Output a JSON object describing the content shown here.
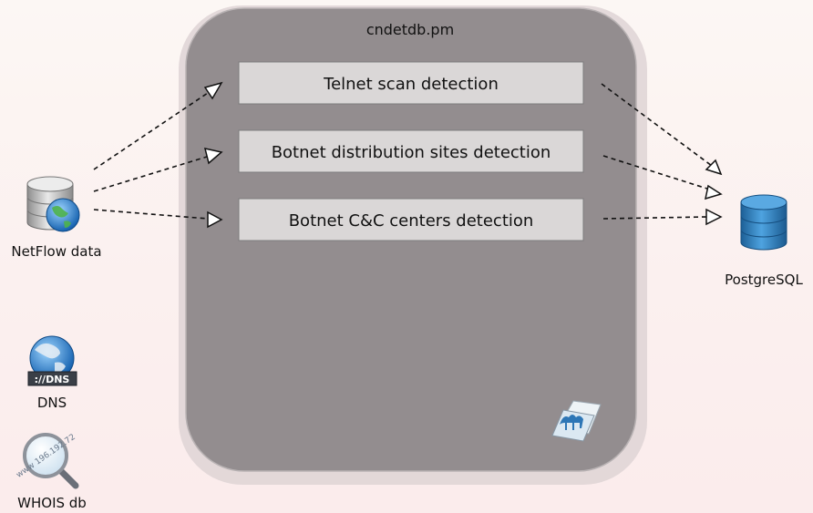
{
  "container": {
    "title": "cndetdb.pm"
  },
  "modules": [
    {
      "label": "Telnet scan detection"
    },
    {
      "label": "Botnet distribution sites detection"
    },
    {
      "label": "Botnet C&C centers detection"
    }
  ],
  "sources": {
    "netflow": "NetFlow data",
    "dns": "DNS",
    "dns_badge": "://DNS",
    "whois": "WHOIS db",
    "whois_glass_text": "www 196.192.72"
  },
  "target": {
    "label": "PostgreSQL"
  },
  "colors": {
    "container_fill": "#938d8f",
    "module_fill": "#dad7d7",
    "module_border": "#7c7c7c",
    "db_blue": "#2f7fc0"
  }
}
